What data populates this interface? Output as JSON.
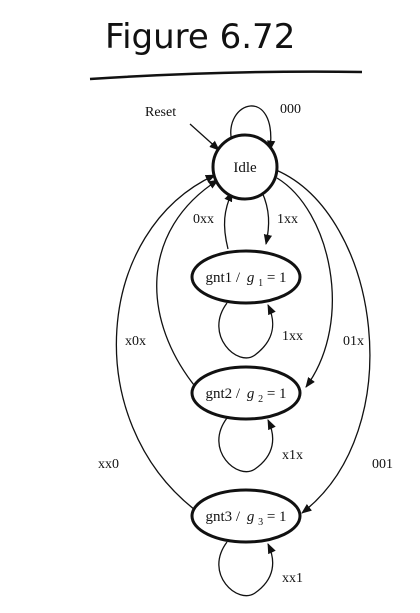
{
  "figure": {
    "title": "Figure 6.72"
  },
  "diagram": {
    "reset_label": "Reset",
    "states": {
      "idle": "Idle",
      "gnt1": {
        "name": "gnt1 /",
        "var": "g",
        "sub": "1",
        "eq": " = 1"
      },
      "gnt2": {
        "name": "gnt2 /",
        "var": "g",
        "sub": "2",
        "eq": " = 1"
      },
      "gnt3": {
        "name": "gnt3 /",
        "var": "g",
        "sub": "3",
        "eq": " = 1"
      }
    },
    "transitions": {
      "idle_self": "000",
      "gnt1_to_idle": "0xx",
      "idle_to_gnt1": "1xx",
      "gnt1_self": "1xx",
      "gnt2_to_idle": "x0x",
      "idle_to_gnt2": "01x",
      "gnt2_self": "x1x",
      "gnt3_to_idle": "xx0",
      "idle_to_gnt3": "001",
      "gnt3_self": "xx1"
    }
  }
}
